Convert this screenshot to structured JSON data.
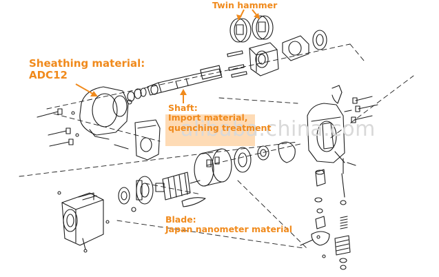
{
  "labels": {
    "sheathing_line1": "Sheathing material:",
    "sheathing_line2": "ADC12",
    "twin": "Twin hammer",
    "shaft_line1": "Shaft:",
    "shaft_line2": "Import material,",
    "shaft_line3": "quenching treatment",
    "blade_line1": "Blade:",
    "blade_line2": "Japan nanometer material"
  },
  "watermark": "alibaba.china.com",
  "colors": {
    "label": "#f08a1c",
    "arrow": "#f08a1c",
    "highlight": "#fdbe78",
    "line_art": "#1a1a1a",
    "watermark": "#d9d9d9"
  }
}
